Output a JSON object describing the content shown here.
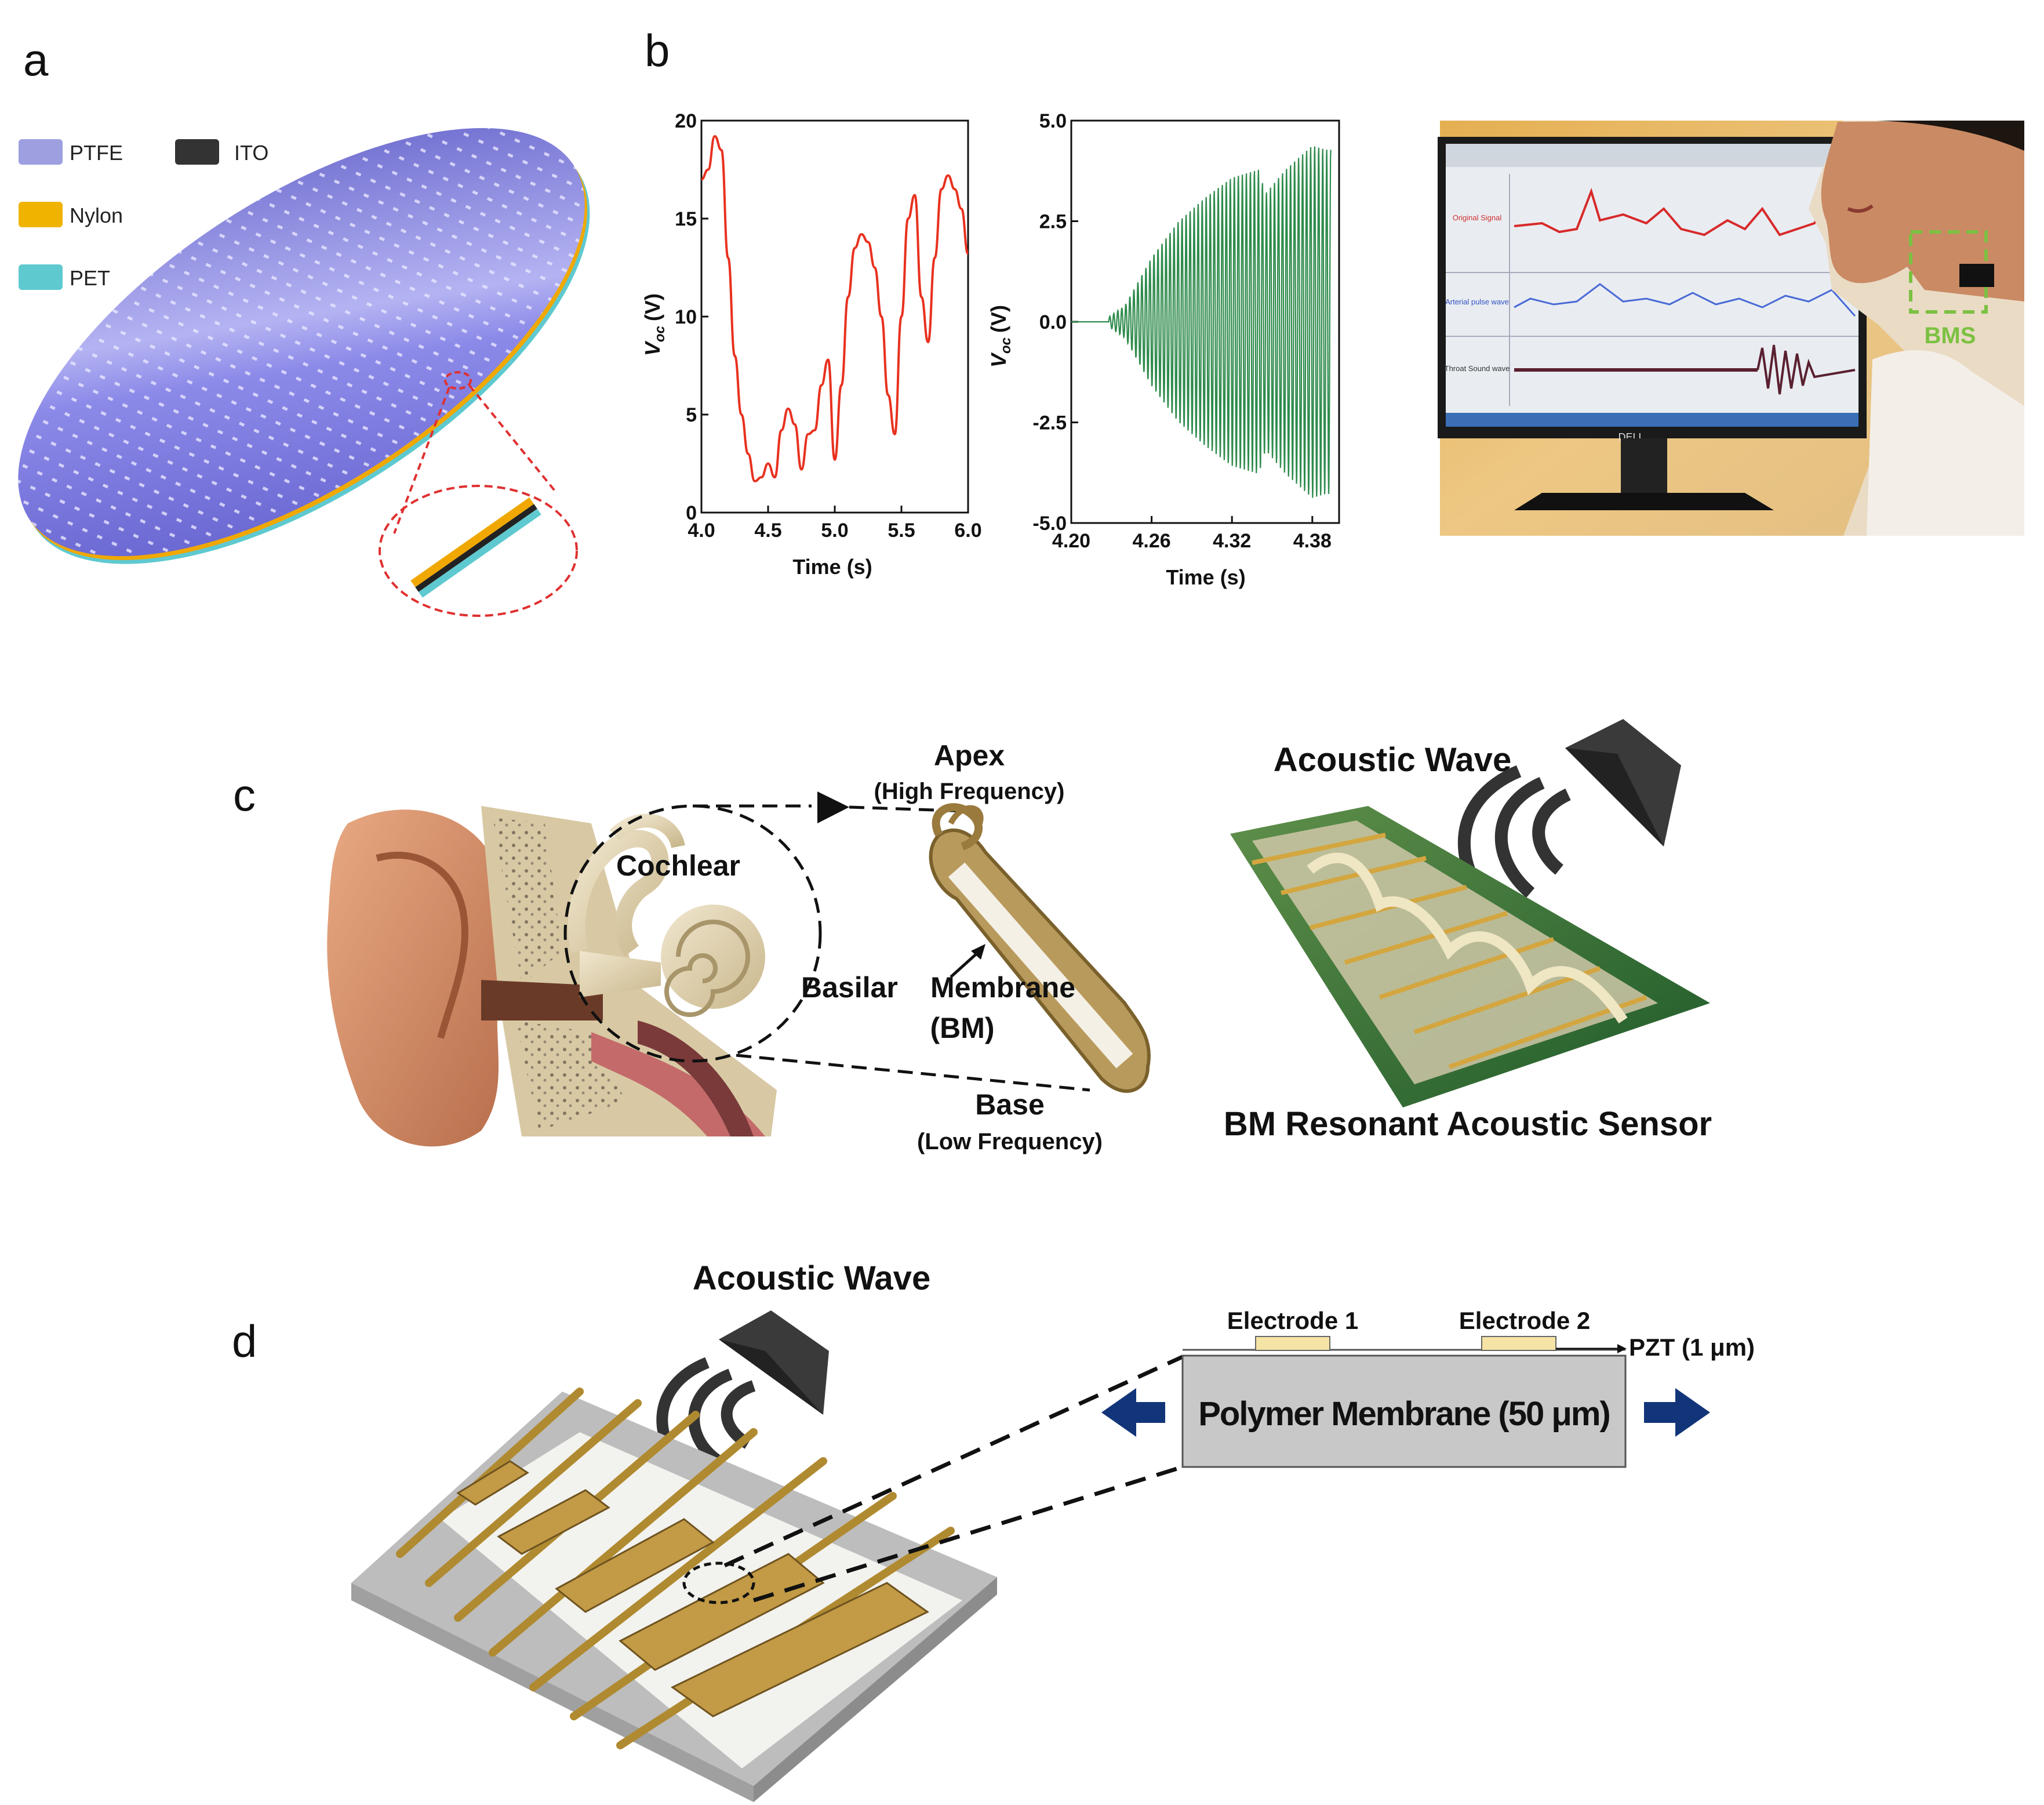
{
  "panels": {
    "a": "a",
    "b": "b",
    "c": "c",
    "d": "d"
  },
  "legend_a": {
    "ptfe": "PTFE",
    "ito": "ITO",
    "nylon": "Nylon",
    "pet": "PET"
  },
  "colors": {
    "ptfe": "#9d9fe0",
    "ito": "#333333",
    "nylon": "#f0b400",
    "pet": "#5fc9d0",
    "disc": "#6d6bd8",
    "line1": "#e8311f",
    "line2": "#2e8b4c",
    "bms": "#7cc142",
    "arrow": "#12357a"
  },
  "chart_data": [
    {
      "type": "line",
      "xlabel": "Time (s)",
      "ylabel": "V",
      "ylabel_sub": "oc",
      "ylabel_unit": "(V)",
      "xlim": [
        4.0,
        6.0
      ],
      "ylim": [
        0,
        20
      ],
      "xticks": [
        "4.0",
        "4.5",
        "5.0",
        "5.5",
        "6.0"
      ],
      "yticks": [
        "0",
        "5",
        "10",
        "15",
        "20"
      ],
      "series": [
        {
          "color": "#e8311f",
          "x": [
            4.0,
            4.05,
            4.1,
            4.15,
            4.2,
            4.25,
            4.3,
            4.35,
            4.4,
            4.45,
            4.5,
            4.55,
            4.6,
            4.65,
            4.7,
            4.75,
            4.8,
            4.85,
            4.9,
            4.95,
            5.0,
            5.05,
            5.1,
            5.15,
            5.2,
            5.25,
            5.3,
            5.35,
            5.4,
            5.45,
            5.5,
            5.55,
            5.6,
            5.65,
            5.7,
            5.75,
            5.8,
            5.85,
            5.9,
            5.95,
            6.0
          ],
          "y": [
            17,
            17.5,
            19.2,
            18.5,
            13,
            8,
            5,
            3,
            1.6,
            1.8,
            2.5,
            1.8,
            4.2,
            5.3,
            4.5,
            2.2,
            4.0,
            4.2,
            6.5,
            7.8,
            2.7,
            6.5,
            11,
            13.5,
            14.2,
            13.8,
            12.5,
            10,
            6,
            4.0,
            10,
            15,
            16.2,
            11,
            8.7,
            13,
            16.5,
            17.2,
            16.5,
            15.5,
            13.2
          ]
        }
      ]
    },
    {
      "type": "line",
      "xlabel": "Time (s)",
      "ylabel": "V",
      "ylabel_sub": "oc",
      "ylabel_unit": "(V)",
      "xlim": [
        4.2,
        4.4
      ],
      "ylim": [
        -5.0,
        5.0
      ],
      "xticks": [
        "4.20",
        "4.26",
        "4.32",
        "4.38"
      ],
      "yticks": [
        "-5.0",
        "-2.5",
        "0.0",
        "2.5",
        "5.0"
      ],
      "series": [
        {
          "color": "#2e8b4c",
          "signal": "oscillation",
          "onset_time": 4.228,
          "period": 0.003,
          "envelope_t": [
            4.2,
            4.225,
            4.24,
            4.26,
            4.28,
            4.3,
            4.32,
            4.34,
            4.345,
            4.36,
            4.37,
            4.38,
            4.39
          ],
          "envelope_a": [
            0.0,
            0.05,
            0.4,
            1.6,
            2.5,
            3.1,
            3.6,
            3.8,
            3.2,
            3.8,
            4.1,
            4.4,
            4.3
          ]
        }
      ]
    }
  ],
  "monitor": {
    "labels": [
      "Original Signal",
      "Arterial pulse wave",
      "Throat Sound wave"
    ],
    "brand": "DELL",
    "bms": "BMS"
  },
  "panel_c": {
    "cochlear": "Cochlear",
    "apex": "Apex",
    "apex_sub": "(High Frequency)",
    "basilar": "Basilar",
    "membrane": "Membrane",
    "bm": "(BM)",
    "base": "Base",
    "base_sub": "(Low Frequency)",
    "acoustic_wave": "Acoustic Wave",
    "sensor": "BM Resonant Acoustic Sensor"
  },
  "panel_d": {
    "acoustic_wave": "Acoustic Wave",
    "electrode1": "Electrode 1",
    "electrode2": "Electrode 2",
    "pzt": "PZT (1 μm)",
    "membrane": "Polymer Membrane (50 μm)"
  }
}
